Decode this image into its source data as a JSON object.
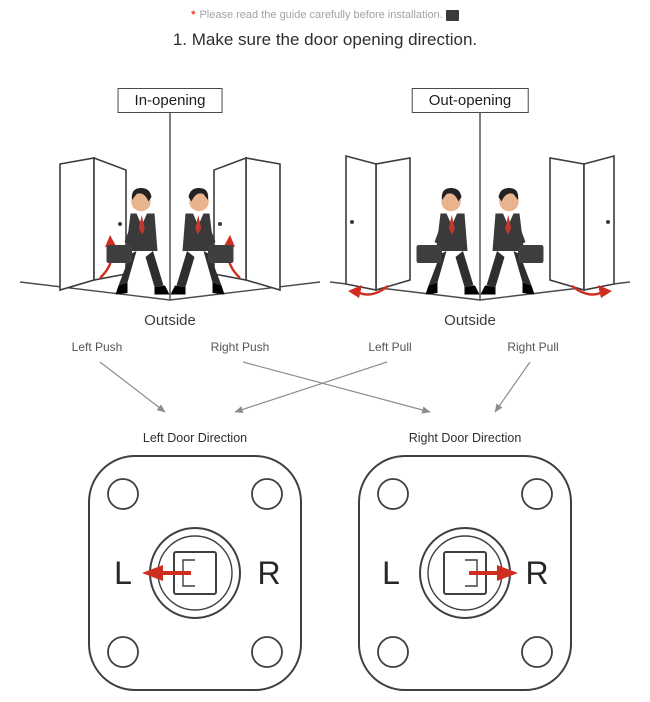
{
  "note": {
    "star": "*",
    "text": "Please read the guide carefully before installation."
  },
  "heading": "1. Make sure the door opening direction.",
  "in_opening": {
    "label": "In-opening",
    "outside_label": "Outside",
    "left_action": "Left Push",
    "right_action": "Right Push"
  },
  "out_opening": {
    "label": "Out-opening",
    "outside_label": "Outside",
    "left_action": "Left Pull",
    "right_action": "Right Pull"
  },
  "left_direction": {
    "title": "Left Door Direction",
    "left_letter": "L",
    "right_letter": "R",
    "arrow": "left"
  },
  "right_direction": {
    "title": "Right Door Direction",
    "left_letter": "L",
    "right_letter": "R",
    "arrow": "right"
  },
  "colors": {
    "arrow_red": "#cf2e1f",
    "note_star_red": "#e8412c",
    "connector_gray": "#8c8c8c"
  }
}
